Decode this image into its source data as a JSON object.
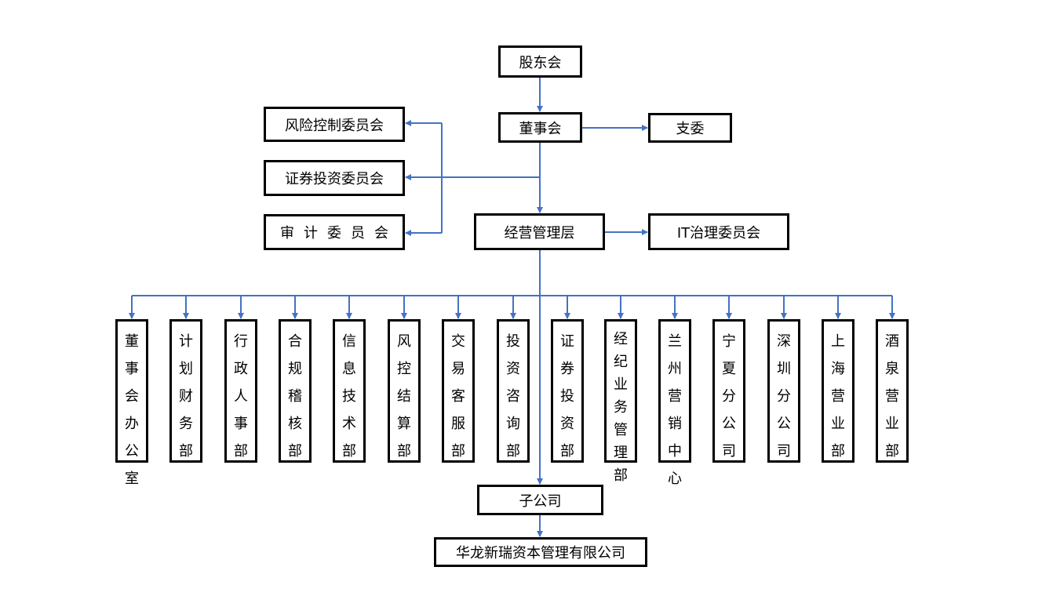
{
  "colors": {
    "connector": "#4472C4",
    "border": "#000000"
  },
  "top": {
    "shareholders": "股东会",
    "board": "董事会",
    "party_committee": "支委",
    "management": "经营管理层",
    "it_committee": "IT治理委员会"
  },
  "committees": [
    {
      "label": "风险控制委员会"
    },
    {
      "label": "证券投资委员会"
    },
    {
      "label": "审计委员会"
    }
  ],
  "departments": [
    {
      "label": "董事会办公室"
    },
    {
      "label": "计划财务部"
    },
    {
      "label": "行政人事部"
    },
    {
      "label": "合规稽核部"
    },
    {
      "label": "信息技术部"
    },
    {
      "label": "风控结算部"
    },
    {
      "label": "交易客服部"
    },
    {
      "label": "投资咨询部"
    },
    {
      "label": "证券投资部"
    },
    {
      "label": "经纪业务管理部"
    },
    {
      "label": "兰州营销中心"
    },
    {
      "label": "宁夏分公司"
    },
    {
      "label": "深圳分公司"
    },
    {
      "label": "上海营业部"
    },
    {
      "label": "酒泉营业部"
    }
  ],
  "subsidiary": {
    "label": "子公司",
    "company": "华龙新瑞资本管理有限公司"
  }
}
